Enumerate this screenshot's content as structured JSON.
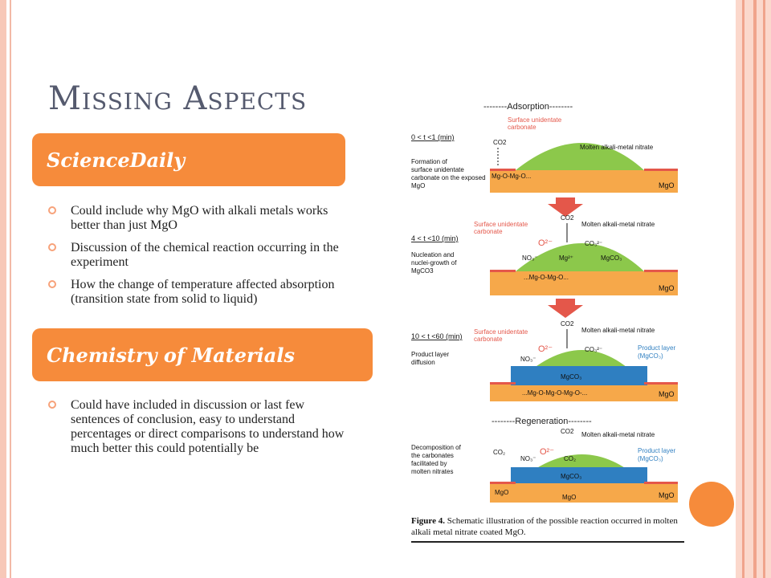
{
  "slide": {
    "title": "Missing Aspects"
  },
  "sections": [
    {
      "heading": "ScienceDaily",
      "bullets": [
        "Could include why MgO with alkali metals works better than just MgO",
        "Discussion of the chemical reaction occurring in the experiment",
        "How the change of temperature affected absorption (transition state from solid to liquid)"
      ]
    },
    {
      "heading": "Chemistry of Materials",
      "bullets": [
        "Could have included in discussion or last few sentences of conclusion, easy to understand percentages or direct comparisons to understand how much better this could potentially be"
      ]
    }
  ],
  "figure": {
    "adsorption_header": "--------Adsorption--------",
    "regeneration_header": "--------Regeneration--------",
    "panels": [
      {
        "time": "0 < t <1 (min)",
        "desc": "Formation of surface unidentate carbonate on the exposed MgO",
        "surface_label": "Surface unidentate carbonate",
        "melt_label": "Molten alkali-metal nitrate",
        "substrate": "MgO",
        "chain": "Mg-O-Mg-O...",
        "co2": "CO2"
      },
      {
        "time": "4 < t <10 (min)",
        "desc": "Nucleation and nuclei-growth of MgCO3",
        "surface_label": "Surface unidentate carbonate",
        "melt_label": "Molten alkali-metal nitrate",
        "substrate": "MgO",
        "chain": "...Mg-O-Mg-O...",
        "co2": "CO2",
        "species": [
          "O2-",
          "CO3 2-",
          "NO3-",
          "Mg2+",
          "MgCO3"
        ]
      },
      {
        "time": "10 < t <60 (min)",
        "desc": "Product layer diffusion",
        "surface_label": "Surface unidentate carbonate",
        "melt_label": "Molten alkali-metal nitrate",
        "product_label": "Product layer (MgCO3)",
        "substrate": "MgO",
        "chain": "...Mg-O-Mg-O-Mg-O-...",
        "co2": "CO2",
        "species": [
          "O2-",
          "CO3 2-",
          "NO3-",
          "MgCO3"
        ]
      },
      {
        "desc": "Decomposition of the carbonates facilitated by molten nitrates",
        "melt_label": "Molten alkali-metal nitrate",
        "product_label": "Product layer (MgCO3)",
        "substrate": "MgO",
        "co2": "CO2",
        "species": [
          "O2-",
          "NO3-",
          "CO2",
          "MgCO3",
          "MgO",
          "MgO",
          "CO2",
          "CO2"
        ]
      }
    ],
    "caption_label": "Figure 4.",
    "caption_text": "Schematic illustration of the possible reaction occurred in molten alkali metal nitrate coated MgO."
  },
  "colors": {
    "accent": "#f68b3b",
    "frame": "#fbd8cc",
    "melt_green": "#8cc84b",
    "substrate_orange": "#f6a84a",
    "product_blue": "#2f7fc1",
    "arrow_red": "#e4574a"
  }
}
